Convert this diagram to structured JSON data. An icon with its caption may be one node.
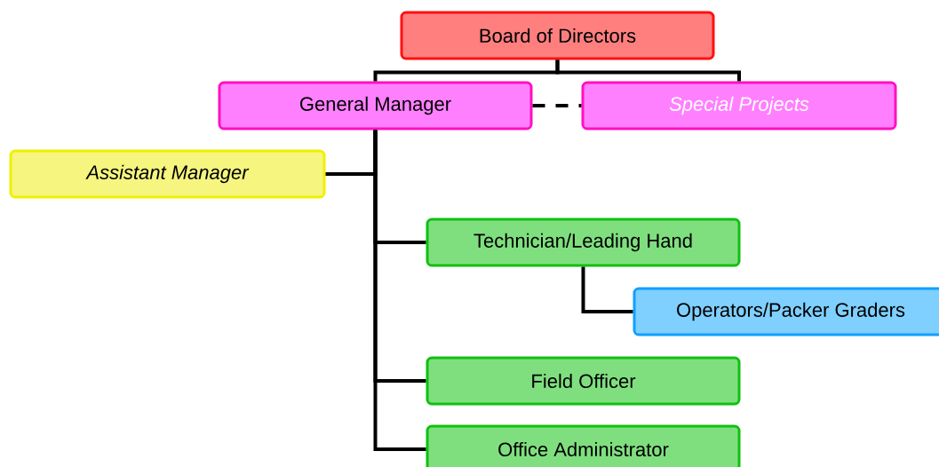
{
  "diagram": {
    "nodes": [
      {
        "text": [
          "Board of Directors"
        ]
      },
      {
        "text": [
          "General Manager"
        ]
      },
      {
        "text": [
          "Special Projects"
        ]
      },
      {
        "text": [
          "Assistant Manager"
        ]
      },
      {
        "text": [
          "Technician/Leading Hand"
        ]
      },
      {
        "text": [
          "Operators/Packer Graders"
        ]
      },
      {
        "text": [
          "Field Officer"
        ]
      },
      {
        "text": [
          "Office Administrator"
        ]
      }
    ],
    "edges": [
      {
        "from": 0,
        "to": 1,
        "arrow": "none"
      },
      {
        "from": 0,
        "to": 2,
        "arrow": "none"
      },
      {
        "from": 1,
        "to": 2,
        "arrow": "none",
        "style": "dashed"
      },
      {
        "from": 1,
        "to": 3,
        "arrow": "none"
      },
      {
        "from": 1,
        "to": 4,
        "arrow": "none"
      },
      {
        "from": 4,
        "to": 5,
        "arrow": "none"
      },
      {
        "from": 1,
        "to": 6,
        "arrow": "none"
      },
      {
        "from": 1,
        "to": 7,
        "arrow": "none"
      }
    ]
  }
}
